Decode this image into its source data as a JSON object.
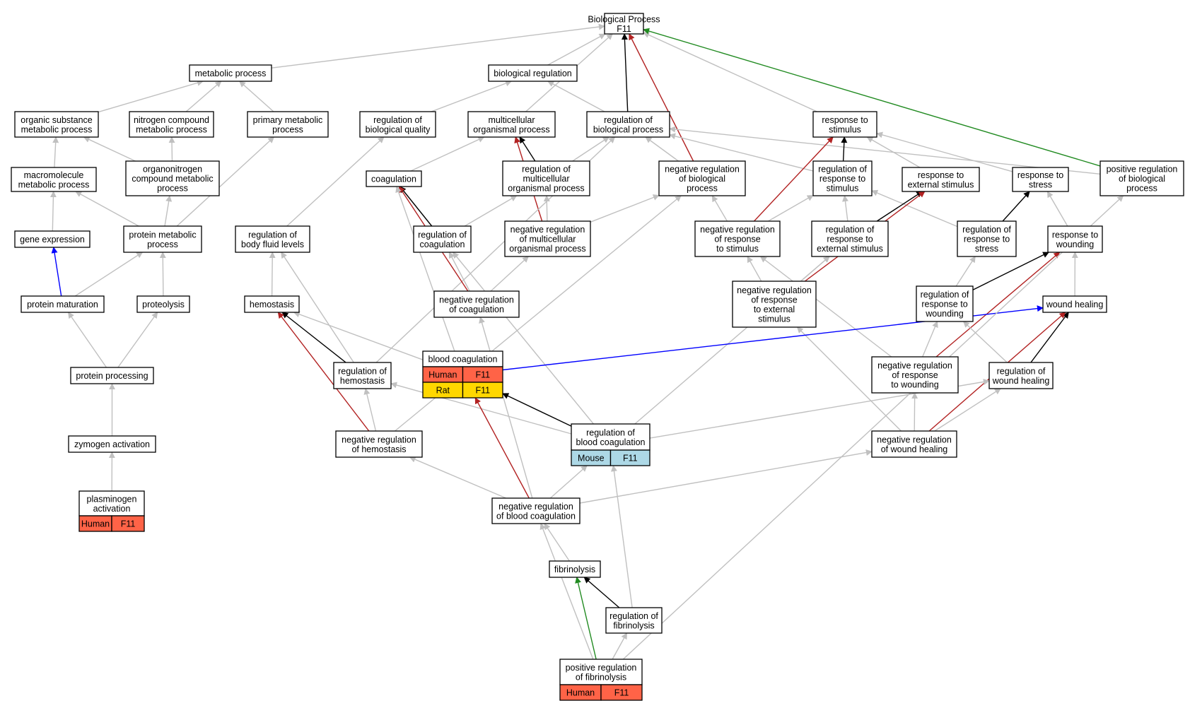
{
  "colors": {
    "gray": "#c0c0c0",
    "black": "#000000",
    "red": "#b22222",
    "green": "#228b22",
    "blue": "#0000ff",
    "human": "#ff6347",
    "rat": "#ffd700",
    "mouse": "#add8e6"
  },
  "nodes": {
    "bp": [
      "Biological Process",
      "F11"
    ],
    "metabolic": [
      "metabolic process"
    ],
    "bioreg": [
      "biological regulation"
    ],
    "organic": [
      "organic substance",
      "metabolic process"
    ],
    "nitrogen": [
      "nitrogen compound",
      "metabolic process"
    ],
    "primary": [
      "primary metabolic",
      "process"
    ],
    "regbioqual": [
      "regulation of",
      "biological quality"
    ],
    "multicell": [
      "multicellular",
      "organismal process"
    ],
    "regbio": [
      "regulation of",
      "biological process"
    ],
    "respstim": [
      "response to",
      "stimulus"
    ],
    "posregbio": [
      "positive regulation",
      "of biological",
      "process"
    ],
    "macromol": [
      "macromolecule",
      "metabolic process"
    ],
    "organonit": [
      "organonitrogen",
      "compound metabolic",
      "process"
    ],
    "coag": [
      "coagulation"
    ],
    "regmulti": [
      "regulation of",
      "multicellular",
      "organismal process"
    ],
    "negregbio": [
      "negative regulation",
      "of biological",
      "process"
    ],
    "regrespstim": [
      "regulation of",
      "response to",
      "stimulus"
    ],
    "respext": [
      "response to",
      "external stimulus"
    ],
    "respstress": [
      "response to",
      "stress"
    ],
    "geneexp": [
      "gene expression"
    ],
    "protmet": [
      "protein metabolic",
      "process"
    ],
    "regbodyfluid": [
      "regulation of",
      "body fluid levels"
    ],
    "regcoag": [
      "regulation of",
      "coagulation"
    ],
    "negregmulti": [
      "negative regulation",
      "of multicellular",
      "organismal process"
    ],
    "negregrespstim": [
      "negative regulation",
      "of response",
      "to stimulus"
    ],
    "regrespext": [
      "regulation of",
      "response to",
      "external stimulus"
    ],
    "regrespstress": [
      "regulation of",
      "response to",
      "stress"
    ],
    "respwound": [
      "response to",
      "wounding"
    ],
    "protmat": [
      "protein maturation"
    ],
    "proteolysis": [
      "proteolysis"
    ],
    "hemostasis": [
      "hemostasis"
    ],
    "negregcoag": [
      "negative regulation",
      "of coagulation"
    ],
    "negregrespext": [
      "negative regulation",
      "of response",
      "to external",
      "stimulus"
    ],
    "regrespwound": [
      "regulation of",
      "response to",
      "wounding"
    ],
    "woundheal": [
      "wound healing"
    ],
    "protproc": [
      "protein processing"
    ],
    "reghemo": [
      "regulation of",
      "hemostasis"
    ],
    "bloodcoag": [
      "blood coagulation"
    ],
    "negregrespwound": [
      "negative regulation",
      "of response",
      "to wounding"
    ],
    "regwoundheal": [
      "regulation of",
      "wound healing"
    ],
    "zymogen": [
      "zymogen activation"
    ],
    "negreghemo": [
      "negative regulation",
      "of hemostasis"
    ],
    "regbloodcoag": [
      "regulation of",
      "blood coagulation"
    ],
    "negregwound": [
      "negative regulation",
      "of wound healing"
    ],
    "plasminogen": [
      "plasminogen",
      "activation"
    ],
    "negregbloodcoag": [
      "negative regulation",
      "of blood coagulation"
    ],
    "fibrinolysis": [
      "fibrinolysis"
    ],
    "regfibrin": [
      "regulation of",
      "fibrinolysis"
    ],
    "posregfibrin": [
      "positive regulation",
      "of fibrinolysis"
    ]
  },
  "annotations": {
    "bloodcoag": [
      [
        "Human",
        "F11",
        "human"
      ],
      [
        "Rat",
        "F11",
        "rat"
      ]
    ],
    "regbloodcoag": [
      [
        "Mouse",
        "F11",
        "mouse"
      ]
    ],
    "plasminogen": [
      [
        "Human",
        "F11",
        "human"
      ]
    ],
    "posregfibrin": [
      [
        "Human",
        "F11",
        "human"
      ]
    ]
  },
  "edges": [
    [
      "metabolic",
      "bp",
      "gray"
    ],
    [
      "bioreg",
      "bp",
      "gray"
    ],
    [
      "multicell",
      "bp",
      "gray"
    ],
    [
      "regbio",
      "bp",
      "black"
    ],
    [
      "negregbio",
      "bp",
      "red"
    ],
    [
      "respstim",
      "bp",
      "gray"
    ],
    [
      "posregbio",
      "bp",
      "green"
    ],
    [
      "organic",
      "metabolic",
      "gray"
    ],
    [
      "nitrogen",
      "metabolic",
      "gray"
    ],
    [
      "primary",
      "metabolic",
      "gray"
    ],
    [
      "regbioqual",
      "bioreg",
      "gray"
    ],
    [
      "regbio",
      "bioreg",
      "gray"
    ],
    [
      "macromol",
      "organic",
      "gray"
    ],
    [
      "organonit",
      "organic",
      "gray"
    ],
    [
      "organonit",
      "nitrogen",
      "gray"
    ],
    [
      "protmet",
      "primary",
      "gray"
    ],
    [
      "regbodyfluid",
      "regbioqual",
      "gray"
    ],
    [
      "coag",
      "multicell",
      "gray"
    ],
    [
      "regmulti",
      "multicell",
      "black"
    ],
    [
      "negregmulti",
      "multicell",
      "red"
    ],
    [
      "regmulti",
      "regbio",
      "gray"
    ],
    [
      "negregbio",
      "regbio",
      "gray"
    ],
    [
      "regrespstim",
      "regbio",
      "gray"
    ],
    [
      "posregbio",
      "regbio",
      "gray"
    ],
    [
      "reghemo",
      "regbio",
      "gray"
    ],
    [
      "regrespstim",
      "respstim",
      "black"
    ],
    [
      "respext",
      "respstim",
      "gray"
    ],
    [
      "respstress",
      "respstim",
      "gray"
    ],
    [
      "negregrespstim",
      "respstim",
      "red"
    ],
    [
      "geneexp",
      "macromol",
      "gray"
    ],
    [
      "protmet",
      "macromol",
      "gray"
    ],
    [
      "protmet",
      "organonit",
      "gray"
    ],
    [
      "regcoag",
      "coag",
      "black"
    ],
    [
      "negregcoag",
      "coag",
      "red"
    ],
    [
      "bloodcoag",
      "coag",
      "gray"
    ],
    [
      "regcoag",
      "regmulti",
      "gray"
    ],
    [
      "negregmulti",
      "regmulti",
      "gray"
    ],
    [
      "negregmulti",
      "negregbio",
      "gray"
    ],
    [
      "negregrespstim",
      "negregbio",
      "gray"
    ],
    [
      "negreghemo",
      "negregbio",
      "gray"
    ],
    [
      "negregrespstim",
      "regrespstim",
      "gray"
    ],
    [
      "regrespext",
      "regrespstim",
      "gray"
    ],
    [
      "regrespstress",
      "regrespstim",
      "gray"
    ],
    [
      "regrespext",
      "respext",
      "black"
    ],
    [
      "negregrespext",
      "respext",
      "red"
    ],
    [
      "regrespstress",
      "respstress",
      "black"
    ],
    [
      "respwound",
      "respstress",
      "gray"
    ],
    [
      "protmat",
      "geneexp",
      "blue"
    ],
    [
      "protmat",
      "protmet",
      "gray"
    ],
    [
      "proteolysis",
      "protmet",
      "gray"
    ],
    [
      "hemostasis",
      "regbodyfluid",
      "gray"
    ],
    [
      "reghemo",
      "regbodyfluid",
      "gray"
    ],
    [
      "negregcoag",
      "regcoag",
      "gray"
    ],
    [
      "regbloodcoag",
      "regcoag",
      "gray"
    ],
    [
      "negregcoag",
      "negregmulti",
      "gray"
    ],
    [
      "negregrespext",
      "negregrespstim",
      "gray"
    ],
    [
      "negregrespwound",
      "negregrespstim",
      "gray"
    ],
    [
      "negregrespext",
      "regrespext",
      "gray"
    ],
    [
      "regbloodcoag",
      "regrespext",
      "gray"
    ],
    [
      "regrespwound",
      "regrespstress",
      "gray"
    ],
    [
      "regrespwound",
      "respwound",
      "black"
    ],
    [
      "negregrespwound",
      "respwound",
      "red"
    ],
    [
      "woundheal",
      "respwound",
      "gray"
    ],
    [
      "protproc",
      "protmat",
      "gray"
    ],
    [
      "protproc",
      "proteolysis",
      "gray"
    ],
    [
      "reghemo",
      "hemostasis",
      "black"
    ],
    [
      "negreghemo",
      "hemostasis",
      "red"
    ],
    [
      "bloodcoag",
      "hemostasis",
      "gray"
    ],
    [
      "negregbloodcoag",
      "negregcoag",
      "gray"
    ],
    [
      "negregwound",
      "negregrespext",
      "gray"
    ],
    [
      "negregrespwound",
      "regrespwound",
      "gray"
    ],
    [
      "regwoundheal",
      "regrespwound",
      "gray"
    ],
    [
      "regwoundheal",
      "woundheal",
      "black"
    ],
    [
      "negregwound",
      "woundheal",
      "red"
    ],
    [
      "bloodcoag",
      "woundheal",
      "blue"
    ],
    [
      "zymogen",
      "protproc",
      "gray"
    ],
    [
      "negreghemo",
      "reghemo",
      "gray"
    ],
    [
      "regbloodcoag",
      "reghemo",
      "gray"
    ],
    [
      "regbloodcoag",
      "bloodcoag",
      "black"
    ],
    [
      "negregbloodcoag",
      "bloodcoag",
      "red"
    ],
    [
      "negregwound",
      "negregrespwound",
      "gray"
    ],
    [
      "regbloodcoag",
      "regwoundheal",
      "gray"
    ],
    [
      "negregwound",
      "regwoundheal",
      "gray"
    ],
    [
      "plasminogen",
      "zymogen",
      "gray"
    ],
    [
      "negregbloodcoag",
      "negreghemo",
      "gray"
    ],
    [
      "negregbloodcoag",
      "regbloodcoag",
      "gray"
    ],
    [
      "negregbloodcoag",
      "negregwound",
      "gray"
    ],
    [
      "fibrinolysis",
      "negregbloodcoag",
      "gray"
    ],
    [
      "regfibrin",
      "regbloodcoag",
      "gray"
    ],
    [
      "regfibrin",
      "fibrinolysis",
      "black"
    ],
    [
      "posregfibrin",
      "fibrinolysis",
      "green"
    ],
    [
      "posregfibrin",
      "regfibrin",
      "gray"
    ],
    [
      "posregfibrin",
      "negregbloodcoag",
      "gray"
    ],
    [
      "posregfibrin",
      "posregbio",
      "gray"
    ]
  ]
}
